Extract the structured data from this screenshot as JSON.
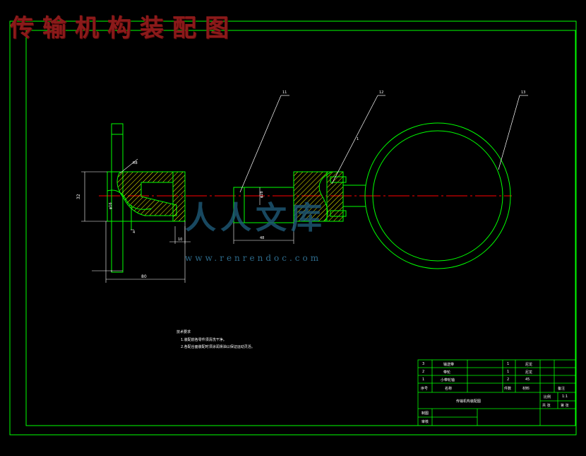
{
  "title": "传输机构装配图",
  "watermark": {
    "logo": "人人文库",
    "url": "www.renrendoc.com"
  },
  "dimensions": {
    "height_left": "32",
    "width_total": "80",
    "radius_label": "R8",
    "phi_label": "φ16",
    "small_dim": "4",
    "mid_length": "48",
    "mid_diam": "φ28",
    "gap_label": "10"
  },
  "leaders": {
    "lead_1": "11",
    "lead_2": "12",
    "lead_3": "13",
    "lead_mark": "1"
  },
  "notes": {
    "heading": "技术要求",
    "line1": "1.装配前各零件须清洗干净。",
    "line2": "2.各配合面装配时须涂润滑油以保证运动灵活。"
  },
  "title_block": {
    "rows": [
      {
        "no": "3",
        "name": "输送带",
        "qty": "1",
        "material": "尼龙"
      },
      {
        "no": "2",
        "name": "带轮",
        "qty": "1",
        "material": "尼龙"
      },
      {
        "no": "1",
        "name": "小带轮轴",
        "qty": "2",
        "material": "45"
      }
    ],
    "header": {
      "no": "序号",
      "name": "名称",
      "qty": "件数",
      "material": "材料",
      "note": "备注"
    },
    "drawing_name": "传输机构装配图",
    "scale_label": "比例",
    "scale_value": "1:1",
    "sheet_label": "共 张",
    "sheet2": "第 张",
    "designer_label": "制图",
    "checker_label": "审核"
  },
  "colors": {
    "frame": "#00ff00",
    "outline": "#00ff00",
    "hatch": "#ffff00",
    "centerline": "#ff0000",
    "dim": "#ffffff",
    "title": "#8b1a1a"
  }
}
